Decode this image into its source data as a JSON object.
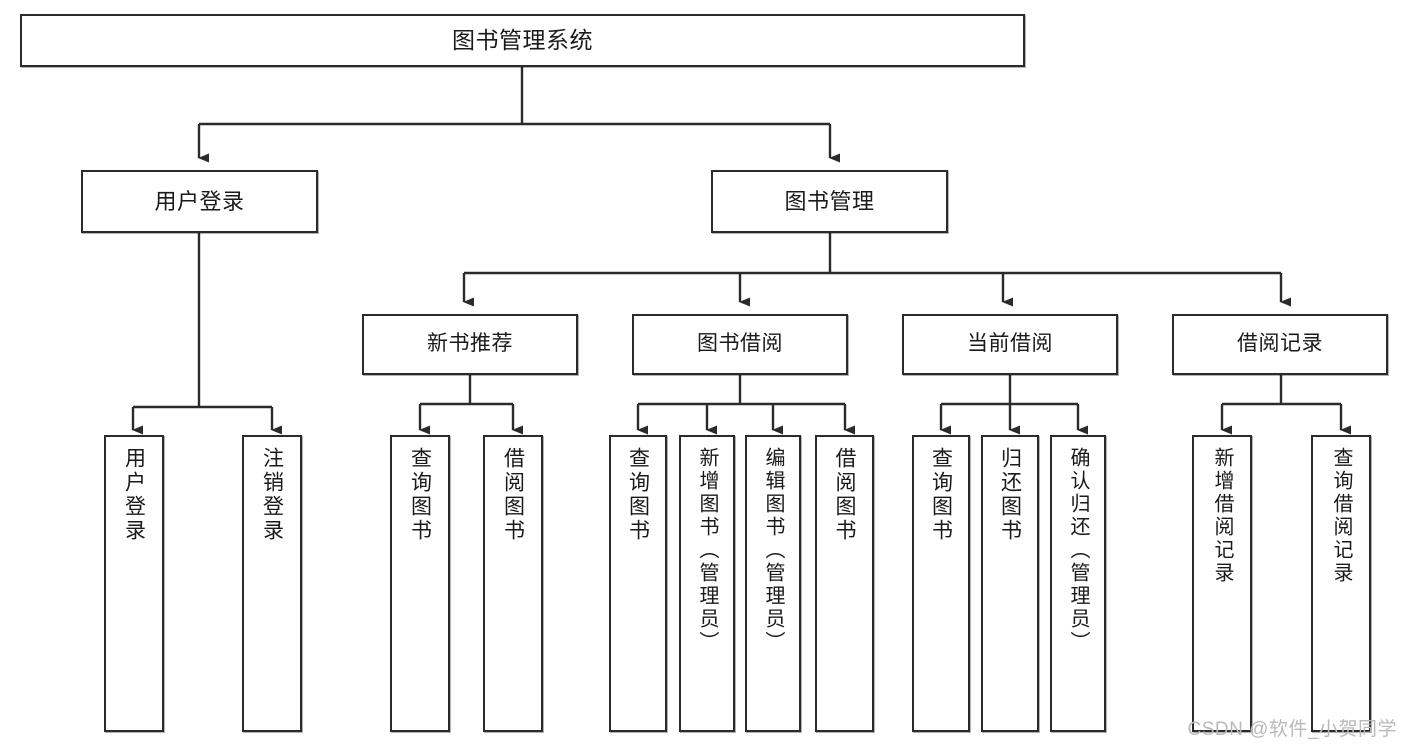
{
  "diagram": {
    "title": "图书管理系统",
    "type": "tree-hierarchy-chart",
    "watermark": "CSDN @软件_小贺同学",
    "colors": {
      "box_border": "#2b2b2b",
      "box_fill": "#ffffff",
      "edge": "#2b2b2b",
      "text": "#1a1a1a",
      "watermark": "#b9b9b9",
      "background": "#ffffff"
    },
    "nodes": {
      "root": {
        "label": "图书管理系统"
      },
      "level2": [
        {
          "id": "user-login",
          "label": "用户登录"
        },
        {
          "id": "book-manage",
          "label": "图书管理"
        }
      ],
      "level3": [
        {
          "id": "new-book-recommend",
          "label": "新书推荐"
        },
        {
          "id": "book-borrow",
          "label": "图书借阅"
        },
        {
          "id": "current-borrow",
          "label": "当前借阅"
        },
        {
          "id": "borrow-record",
          "label": "借阅记录"
        }
      ],
      "leaves": [
        {
          "id": "leaf-user-login",
          "label": "用户登录",
          "parent": "user-login"
        },
        {
          "id": "leaf-logout",
          "label": "注销登录",
          "parent": "user-login"
        },
        {
          "id": "leaf-query-book-1",
          "label": "查询图书",
          "parent": "new-book-recommend"
        },
        {
          "id": "leaf-borrow-book-1",
          "label": "借阅图书",
          "parent": "new-book-recommend"
        },
        {
          "id": "leaf-query-book-2",
          "label": "查询图书",
          "parent": "book-borrow"
        },
        {
          "id": "leaf-add-book",
          "label": "新增图书（管理员）",
          "parent": "book-borrow"
        },
        {
          "id": "leaf-edit-book",
          "label": "编辑图书（管理员）",
          "parent": "book-borrow"
        },
        {
          "id": "leaf-borrow-book-2",
          "label": "借阅图书",
          "parent": "book-borrow"
        },
        {
          "id": "leaf-query-book-3",
          "label": "查询图书",
          "parent": "current-borrow"
        },
        {
          "id": "leaf-return-book",
          "label": "归还图书",
          "parent": "current-borrow"
        },
        {
          "id": "leaf-confirm-return",
          "label": "确认归还（管理员）",
          "parent": "current-borrow"
        },
        {
          "id": "leaf-add-record",
          "label": "新增借阅记录",
          "parent": "borrow-record"
        },
        {
          "id": "leaf-query-record",
          "label": "查询借阅记录",
          "parent": "borrow-record"
        }
      ]
    }
  }
}
